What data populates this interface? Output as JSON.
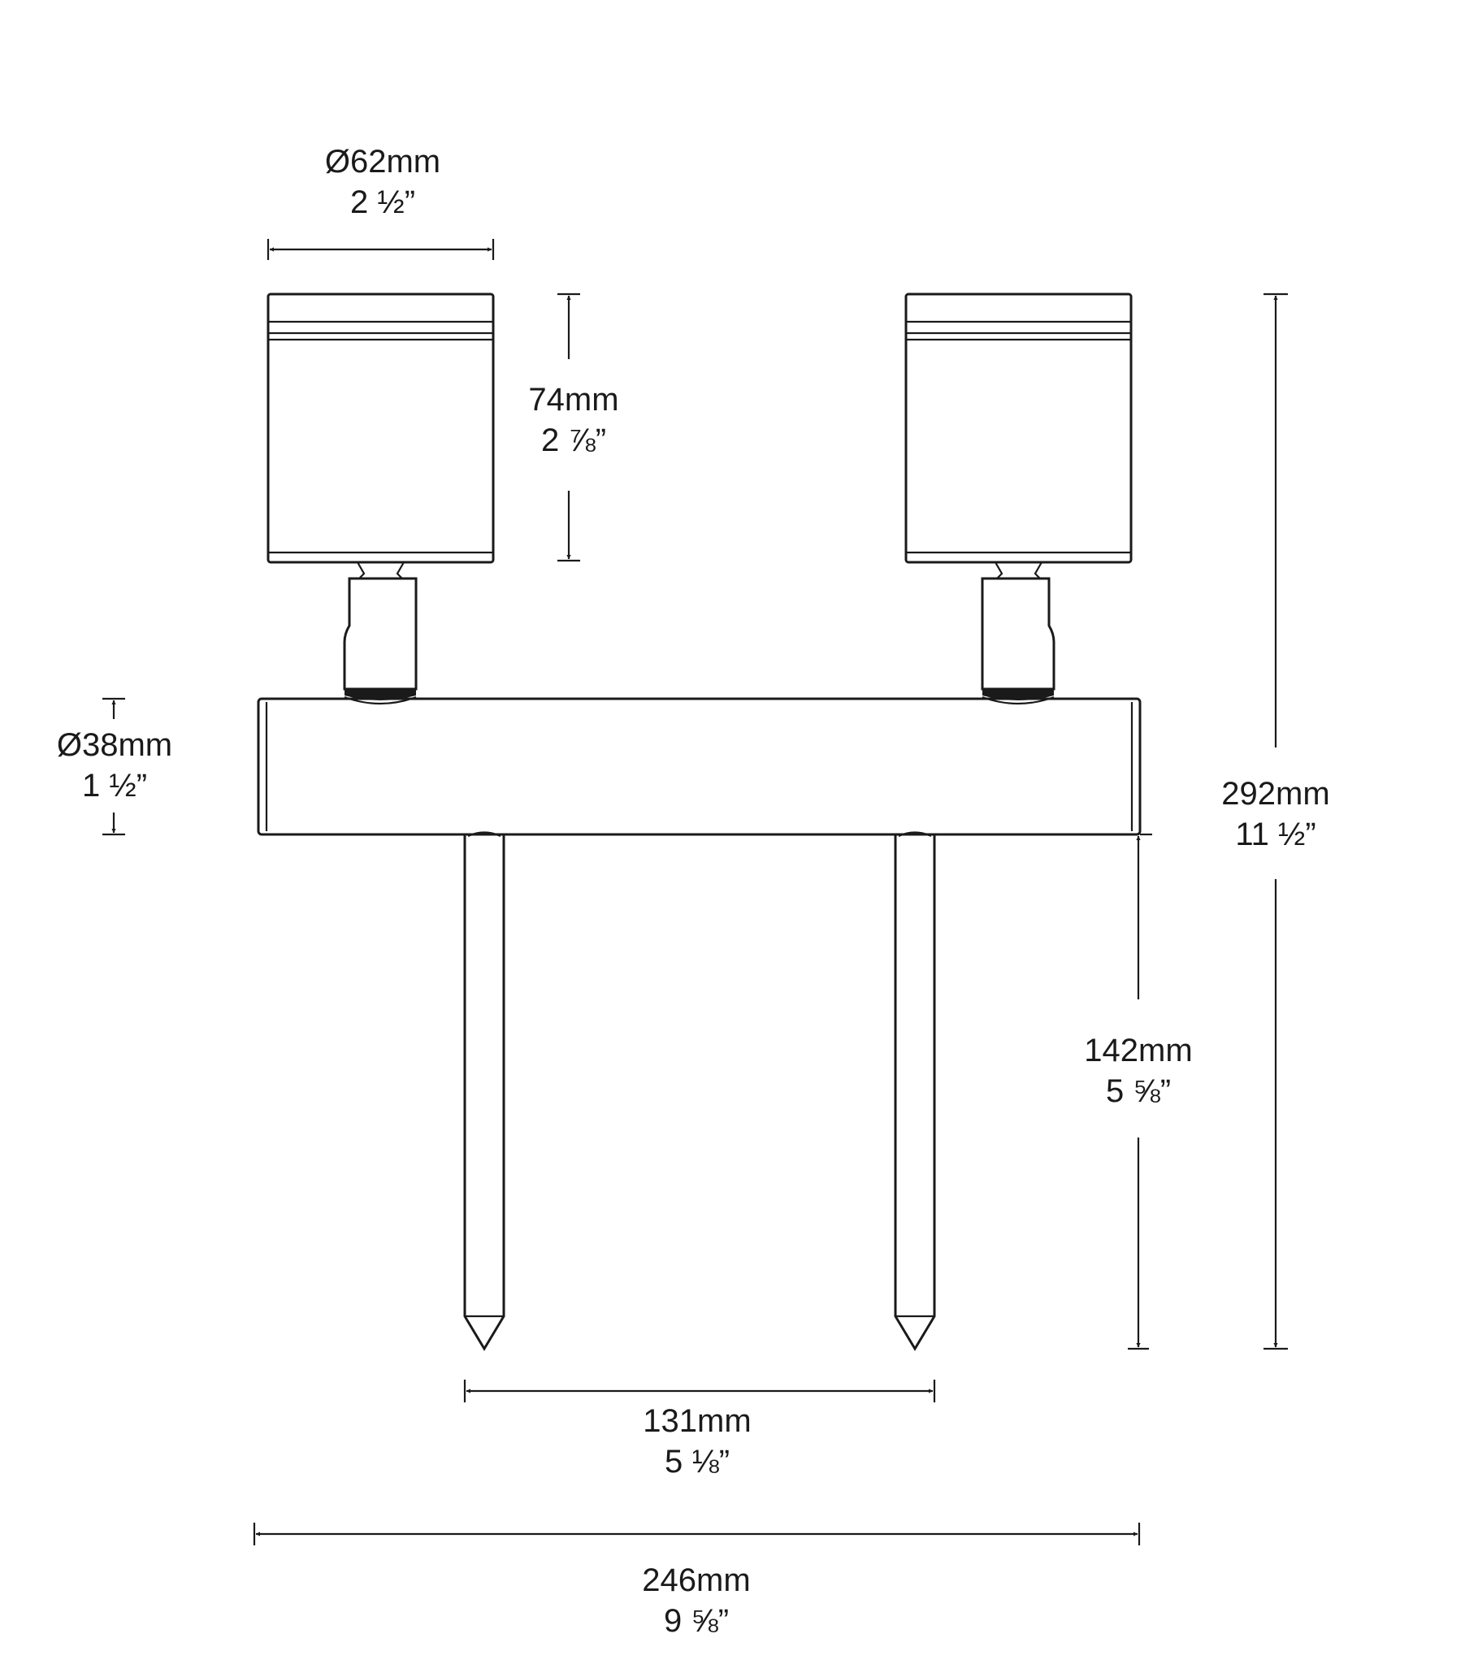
{
  "dimensions": {
    "head_diameter": {
      "metric": "Ø62mm",
      "imperial": "2 ½”"
    },
    "head_height": {
      "metric": "74mm",
      "imperial": "2 ⅞”"
    },
    "bar_diameter": {
      "metric": "Ø38mm",
      "imperial": "1 ½”"
    },
    "total_height": {
      "metric": "292mm",
      "imperial": "11 ½”"
    },
    "spike_length": {
      "metric": "142mm",
      "imperial": "5 ⅝”"
    },
    "spike_spacing": {
      "metric": "131mm",
      "imperial": "5 ⅛”"
    },
    "total_width": {
      "metric": "246mm",
      "imperial": "9 ⅝”"
    }
  }
}
